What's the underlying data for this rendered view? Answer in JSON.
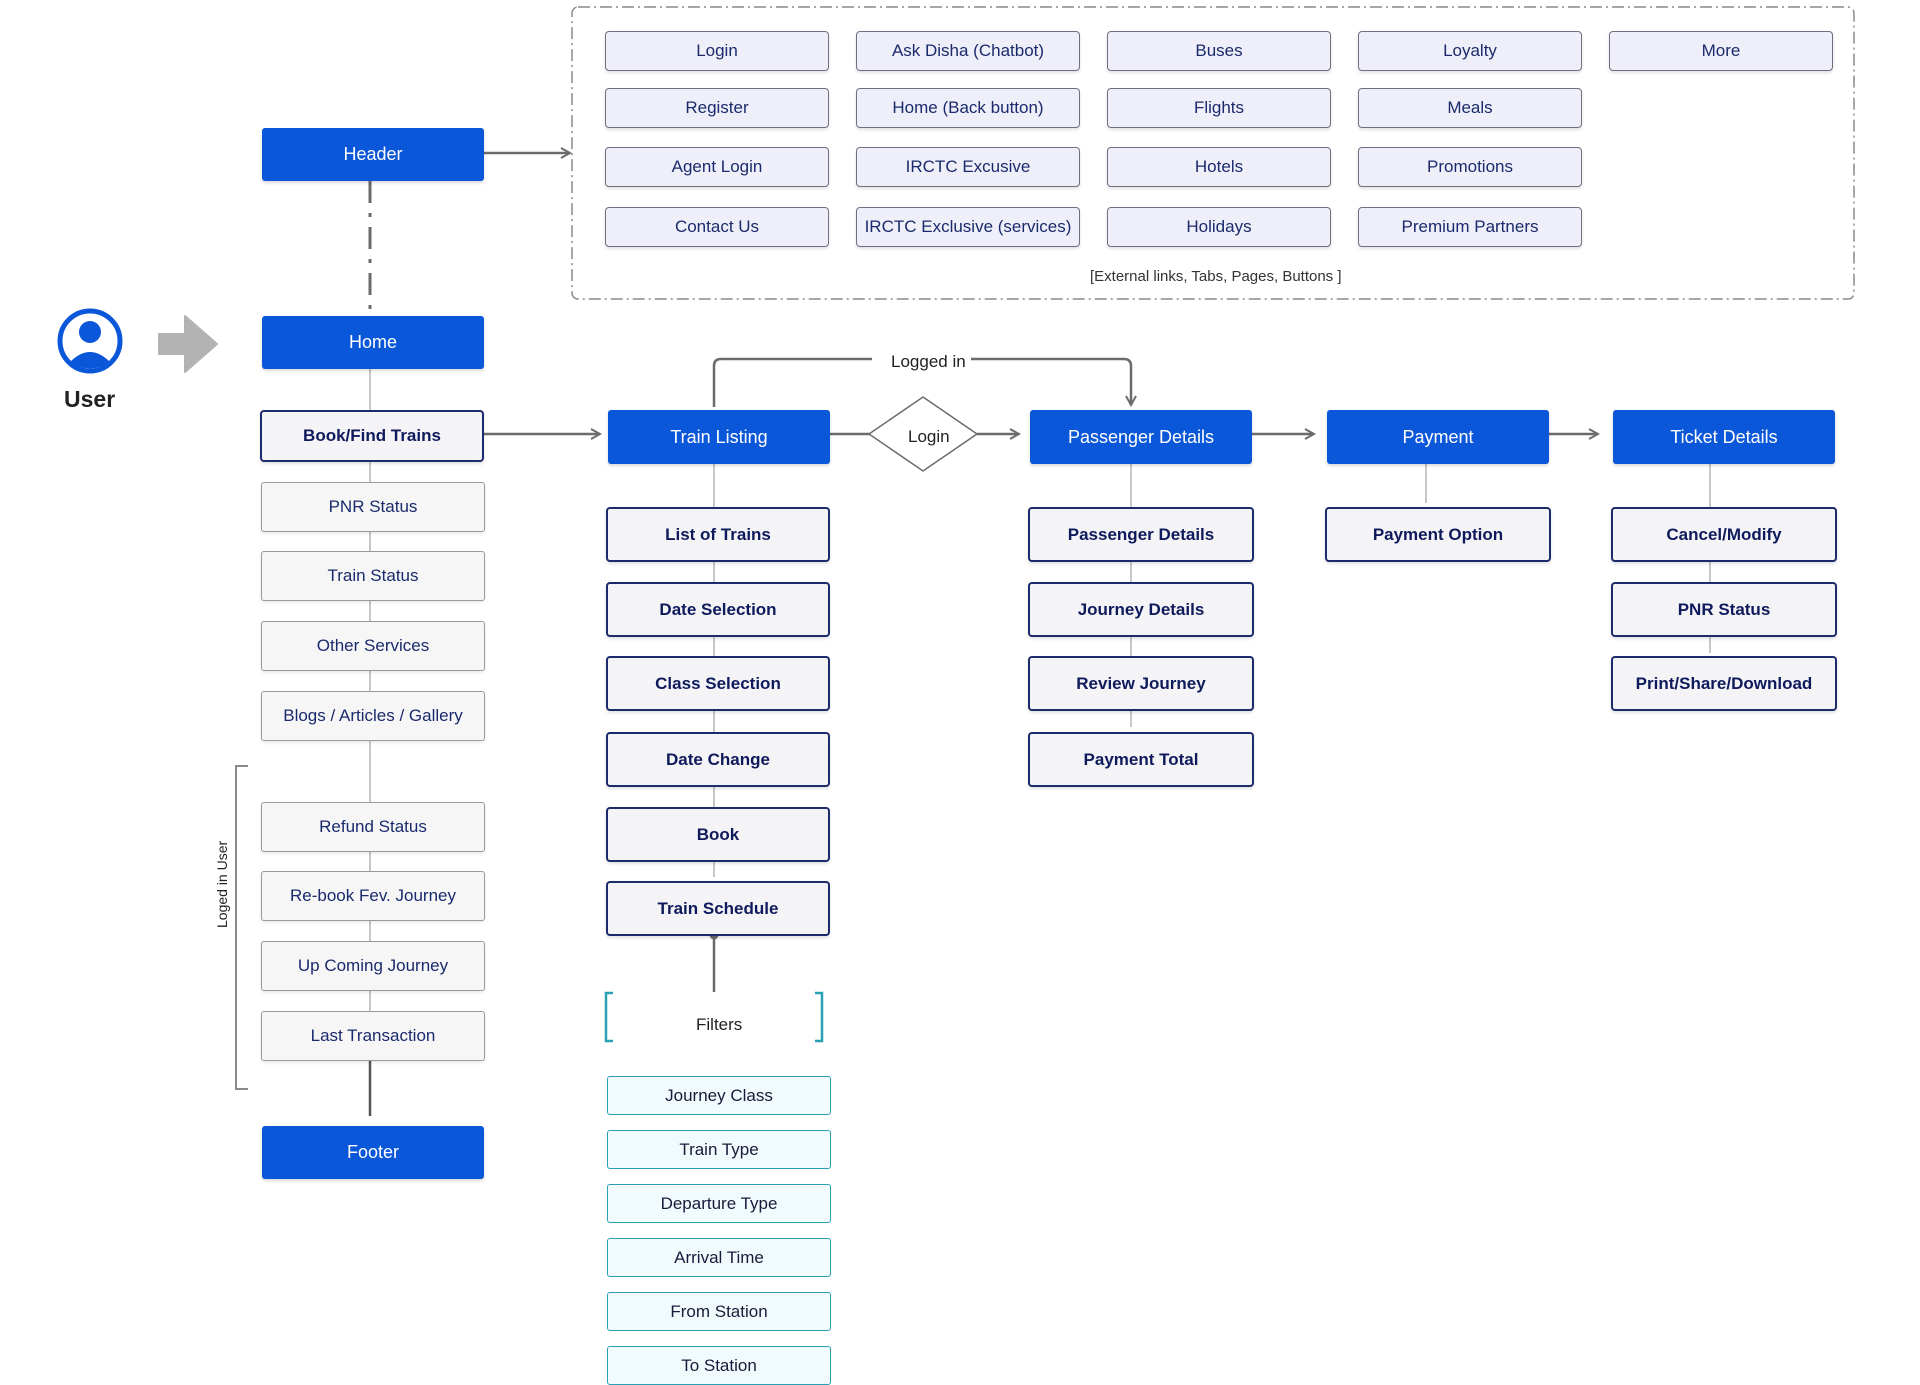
{
  "user_label": "User",
  "header_note": "[External links, Tabs,  Pages, Buttons ]",
  "header_items": [
    [
      "Login",
      "Register",
      "Agent Login",
      "Contact Us"
    ],
    [
      "Ask Disha (Chatbot)",
      "Home (Back button)",
      "IRCTC Excusive",
      "IRCTC Exclusive (services)"
    ],
    [
      "Buses",
      "Flights",
      "Hotels",
      "Holidays"
    ],
    [
      "Loyalty",
      "Meals",
      "Promotions",
      "Premium Partners"
    ],
    [
      "More"
    ]
  ],
  "left_column": {
    "header": "Header",
    "home": "Home",
    "book": "Book/Find Trains",
    "items": [
      "PNR Status",
      "Train Status",
      "Other Services",
      "Blogs / Articles / Gallery"
    ],
    "logged_label": "Loged in User",
    "logged_items": [
      "Refund Status",
      "Re-book Fev. Journey",
      "Up Coming Journey",
      "Last Transaction"
    ],
    "footer": "Footer"
  },
  "flow": {
    "logged_in_label": "Logged in",
    "login_diamond": "Login",
    "train_listing": {
      "title": "Train Listing",
      "items": [
        "List of Trains",
        "Date Selection",
        "Class Selection",
        "Date Change",
        "Book",
        "Train Schedule"
      ]
    },
    "filters": {
      "title": "Filters",
      "items": [
        "Journey Class",
        "Train Type",
        "Departure Type",
        "Arrival Time",
        "From Station",
        "To Station"
      ]
    },
    "passenger": {
      "title": "Passenger Details",
      "items": [
        "Passenger Details",
        "Journey Details",
        "Review Journey",
        "Payment Total"
      ]
    },
    "payment": {
      "title": "Payment",
      "items": [
        "Payment Option"
      ]
    },
    "ticket": {
      "title": "Ticket Details",
      "items": [
        "Cancel/Modify",
        "PNR Status",
        "Print/Share/Download"
      ]
    }
  }
}
